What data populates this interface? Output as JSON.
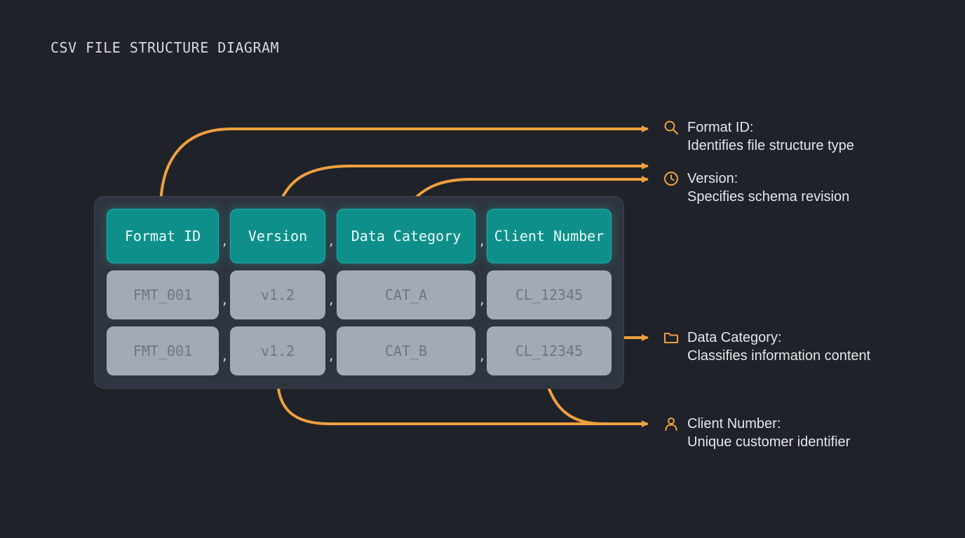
{
  "title": "CSV FILE STRUCTURE DIAGRAM",
  "colors": {
    "accent": "#f0a040",
    "header": "#0f8f8a",
    "cell": "#a3a9b5",
    "background": "#1f2228"
  },
  "separator": ",",
  "columns": [
    {
      "header": "Format ID",
      "rows": [
        "FMT_001",
        "FMT_001"
      ]
    },
    {
      "header": "Version",
      "rows": [
        "v1.2",
        "v1.2"
      ]
    },
    {
      "header": "Data Category",
      "rows": [
        "CAT_A",
        "CAT_B"
      ]
    },
    {
      "header": "Client Number",
      "rows": [
        "CL_12345",
        "CL_12345"
      ]
    }
  ],
  "annotations": [
    {
      "icon": "search-icon",
      "label": "Format ID:",
      "desc": "Identifies file structure type"
    },
    {
      "icon": "clock-icon",
      "label": "Version:",
      "desc": "Specifies schema revision"
    },
    {
      "icon": "folder-icon",
      "label": "Data Category:",
      "desc": "Classifies information content"
    },
    {
      "icon": "user-icon",
      "label": "Client Number:",
      "desc": "Unique customer identifier"
    }
  ]
}
